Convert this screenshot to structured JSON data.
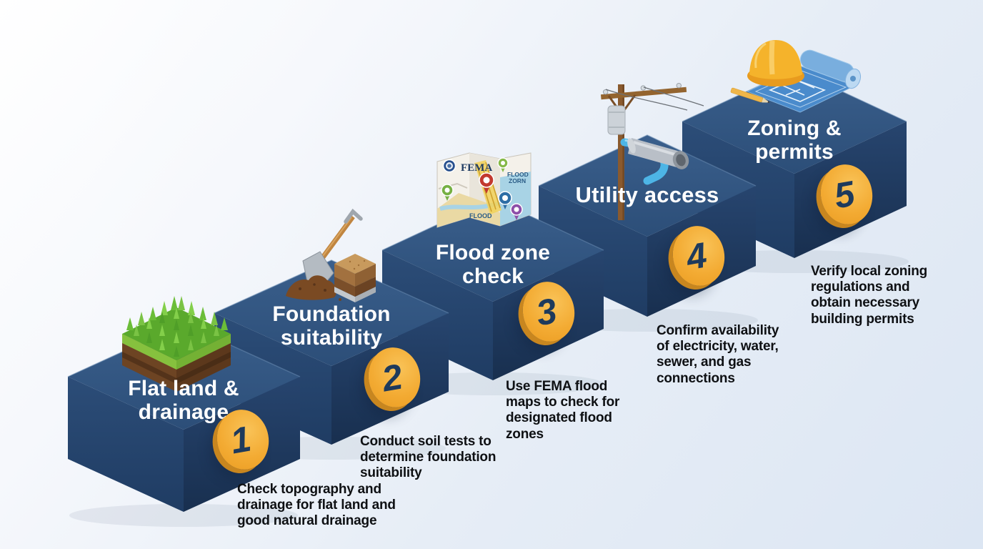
{
  "background": {
    "top_left": "#ffffff",
    "bottom_right": "#dce6f3"
  },
  "palette": {
    "block_top": "#32567f",
    "block_left": "#274770",
    "block_right": "#203c63",
    "coin_face": "#f3ab33",
    "coin_rim": "#c8861f",
    "coin_number": "#1e3a5c",
    "title_color": "#ffffff",
    "description_color": "#0e1013"
  },
  "steps": [
    {
      "number": "1",
      "title": "Flat land & drainage",
      "title_lines": [
        "Flat land &",
        "drainage"
      ],
      "description": "Check topography and drainage for flat land and good natural drainage",
      "description_lines": [
        "Check topography and",
        "drainage for flat land and",
        "good natural drainage"
      ],
      "icon": "grass-patch-icon"
    },
    {
      "number": "2",
      "title": "Foundation suitability",
      "title_lines": [
        "Foundation",
        "suitability"
      ],
      "description": "Conduct soil tests to determine foundation suitability",
      "description_lines": [
        "Conduct soil tests to",
        "determine foundation",
        "suitability"
      ],
      "icon": "shovel-soil-icon"
    },
    {
      "number": "3",
      "title": "Flood zone check",
      "title_lines": [
        "Flood zone",
        "check"
      ],
      "description": "Use FEMA flood maps to check for designated flood zones",
      "description_lines": [
        "Use FEMA flood",
        "maps to check for",
        "designated flood",
        "zones"
      ],
      "icon": "fema-map-icon"
    },
    {
      "number": "4",
      "title": "Utility access",
      "title_lines": [
        "Utility access"
      ],
      "description": "Confirm availability of electricity, water, sewer, and gas connections",
      "description_lines": [
        "Confirm availability",
        "of electricity, water,",
        "sewer, and gas",
        "connections"
      ],
      "icon": "utility-pole-icon"
    },
    {
      "number": "5",
      "title": "Zoning & permits",
      "title_lines": [
        "Zoning &",
        "permits"
      ],
      "description": "Verify local zoning regulations and obtain necessary building permits",
      "description_lines": [
        "Verify local zoning",
        "regulations and",
        "obtain necessary",
        "building permits"
      ],
      "icon": "hardhat-blueprint-icon"
    }
  ],
  "map_icon": {
    "brand": "FEMA",
    "zone_label_line1": "FLOOD",
    "zone_label_line2": "ZORN",
    "flood_label": "FLOOD"
  }
}
